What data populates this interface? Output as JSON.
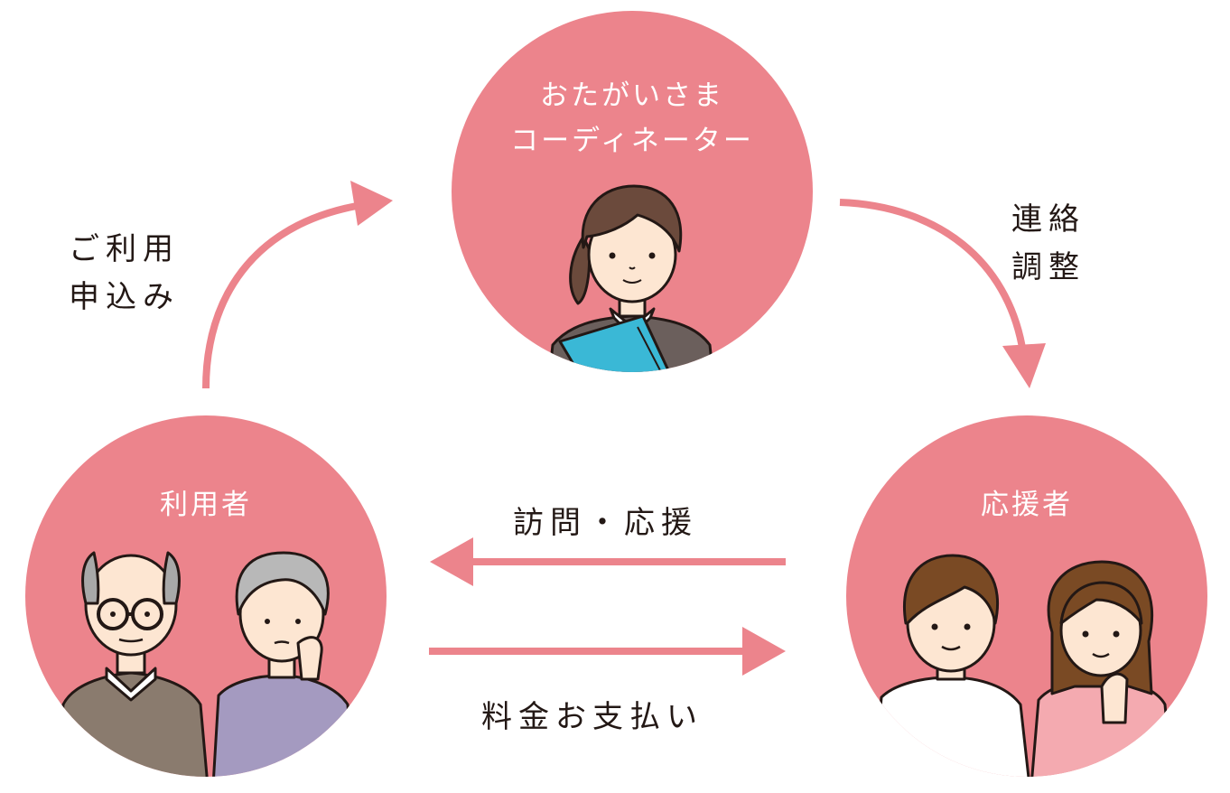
{
  "nodes": {
    "coordinator": {
      "title": "おたがいさま\nコーディネーター"
    },
    "user": {
      "title": "利用者"
    },
    "supporter": {
      "title": "応援者"
    }
  },
  "edges": {
    "apply": "ご利用\n申込み",
    "contact": "連絡\n調整",
    "visit": "訪問・応援",
    "payment": "料金お支払い"
  },
  "colors": {
    "circle": "#ec848c",
    "arrow": "#ec848c",
    "text": "#231815",
    "folder": "#3ab8d6"
  }
}
